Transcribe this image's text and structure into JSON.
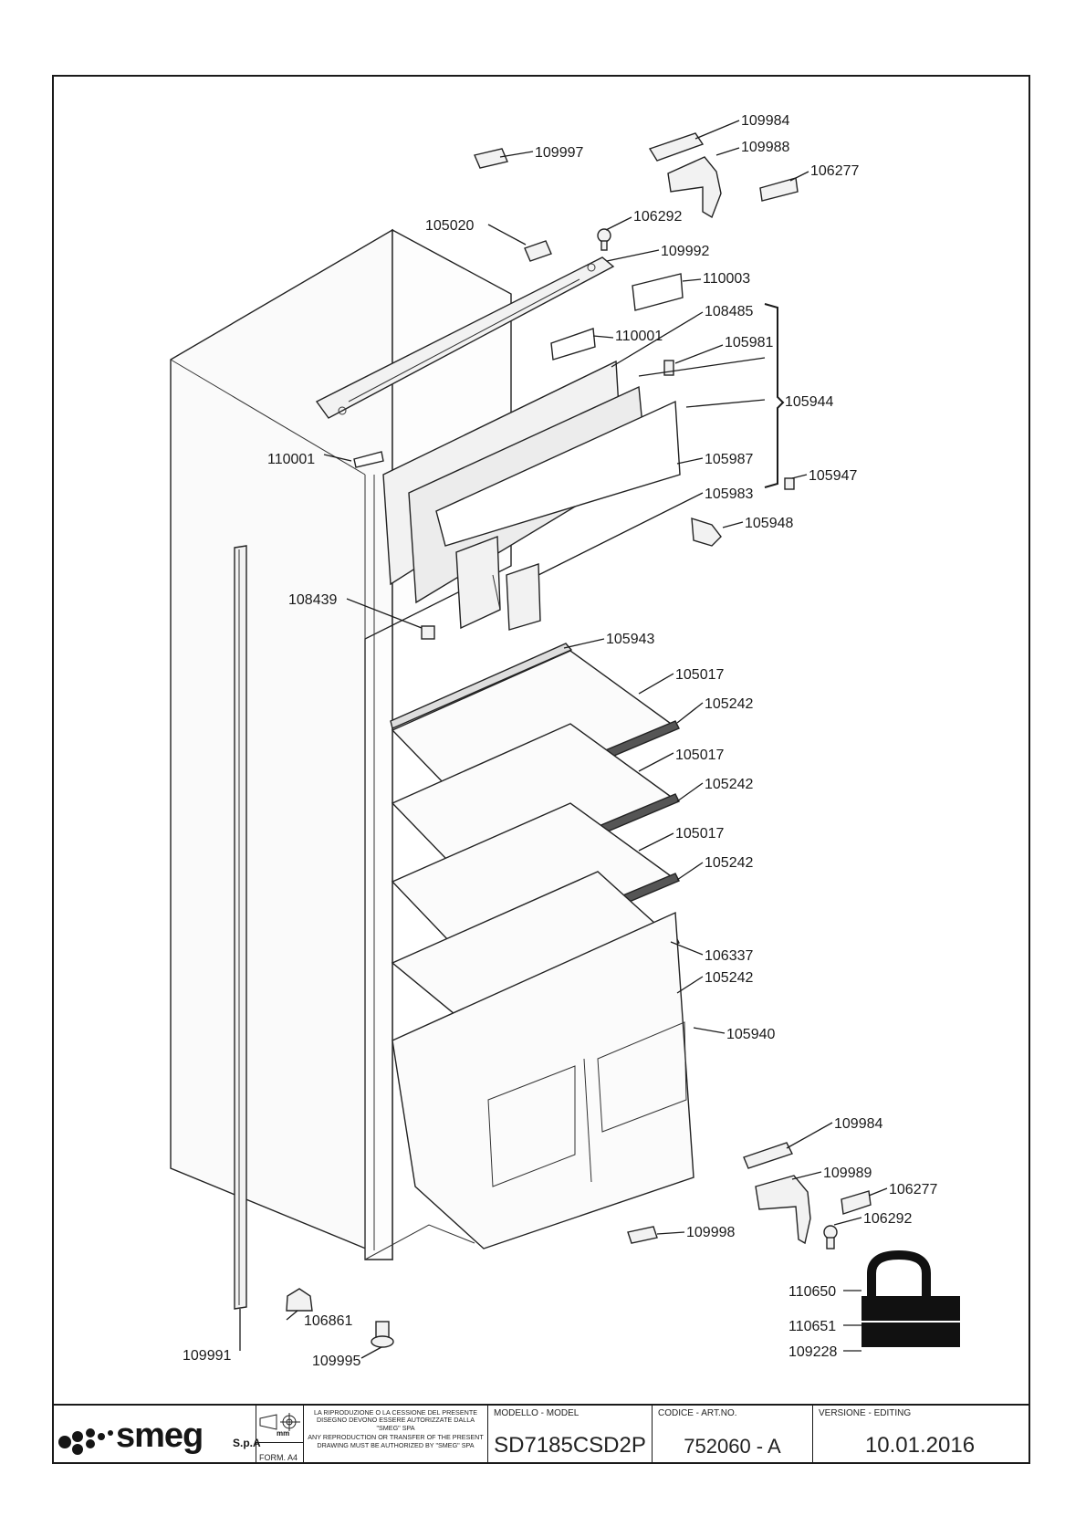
{
  "drawing": {
    "parts": [
      {
        "id": "p01",
        "label": "109984"
      },
      {
        "id": "p02",
        "label": "109988"
      },
      {
        "id": "p03",
        "label": "109997"
      },
      {
        "id": "p04",
        "label": "106277"
      },
      {
        "id": "p05",
        "label": "106292"
      },
      {
        "id": "p06",
        "label": "105020"
      },
      {
        "id": "p07",
        "label": "109992"
      },
      {
        "id": "p08",
        "label": "110003"
      },
      {
        "id": "p09",
        "label": "108485"
      },
      {
        "id": "p10",
        "label": "110001"
      },
      {
        "id": "p11",
        "label": "105981"
      },
      {
        "id": "p12",
        "label": "105944"
      },
      {
        "id": "p13",
        "label": "110001"
      },
      {
        "id": "p14",
        "label": "105987"
      },
      {
        "id": "p15",
        "label": "105947"
      },
      {
        "id": "p16",
        "label": "105983"
      },
      {
        "id": "p17",
        "label": "105948"
      },
      {
        "id": "p18",
        "label": "108439"
      },
      {
        "id": "p19",
        "label": "105943"
      },
      {
        "id": "p20",
        "label": "105017"
      },
      {
        "id": "p21",
        "label": "105242"
      },
      {
        "id": "p22",
        "label": "105017"
      },
      {
        "id": "p23",
        "label": "105242"
      },
      {
        "id": "p24",
        "label": "105017"
      },
      {
        "id": "p25",
        "label": "105242"
      },
      {
        "id": "p26",
        "label": "106337"
      },
      {
        "id": "p27",
        "label": "105242"
      },
      {
        "id": "p28",
        "label": "105940"
      },
      {
        "id": "p29",
        "label": "109984"
      },
      {
        "id": "p30",
        "label": "109989"
      },
      {
        "id": "p31",
        "label": "106277"
      },
      {
        "id": "p32",
        "label": "106292"
      },
      {
        "id": "p33",
        "label": "109998"
      },
      {
        "id": "p34",
        "label": "110650"
      },
      {
        "id": "p35",
        "label": "110651"
      },
      {
        "id": "p36",
        "label": "109228"
      },
      {
        "id": "p37",
        "label": "106861"
      },
      {
        "id": "p38",
        "label": "109991"
      },
      {
        "id": "p39",
        "label": "109995"
      }
    ]
  },
  "titleblock": {
    "brand": "smeg",
    "brand_suffix": "S.p.A",
    "unit": "mm",
    "form": "FORM. A4",
    "disclaimer_it": "LA RIPRODUZIONE O LA CESSIONE DEL PRESENTE DISEGNO DEVONO ESSERE AUTORIZZATE DALLA \"SMEG\" SPA",
    "disclaimer_en": "ANY REPRODUCTION OR TRANSFER OF THE PRESENT DRAWING MUST BE AUTHORIZED BY \"SMEG\" SPA",
    "model_caption": "MODELLO - MODEL",
    "model": "SD7185CSD2P",
    "code_caption": "CODICE - ART.NO.",
    "code": "752060 - A",
    "version_caption": "VERSIONE - EDITING",
    "version": "10.01.2016"
  }
}
